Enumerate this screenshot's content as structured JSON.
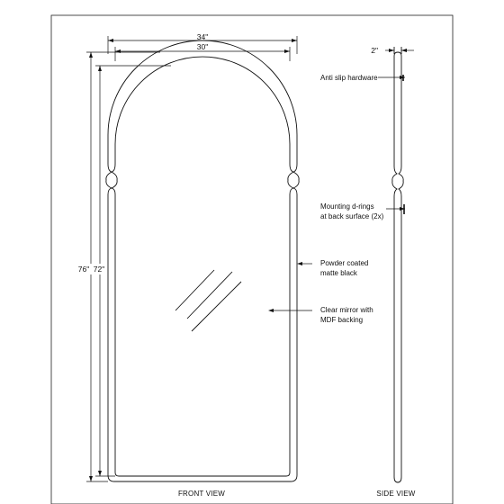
{
  "drawing": {
    "front_view": {
      "label": "FRONT VIEW",
      "dims": {
        "outer_width": "34\"",
        "inner_width": "30\"",
        "outer_height": "76\"",
        "inner_height": "72\""
      }
    },
    "side_view": {
      "label": "SIDE VIEW",
      "depth": "2\""
    },
    "callouts": {
      "anti_slip": "Anti slip hardware",
      "d_rings_line1": "Mounting d-rings",
      "d_rings_line2": "at back surface (2x)",
      "powder_line1": "Powder coated",
      "powder_line2": "matte black",
      "mirror_line1": "Clear mirror with",
      "mirror_line2": "MDF backing"
    }
  },
  "colors": {
    "line": "#111111",
    "paper": "#ffffff"
  }
}
